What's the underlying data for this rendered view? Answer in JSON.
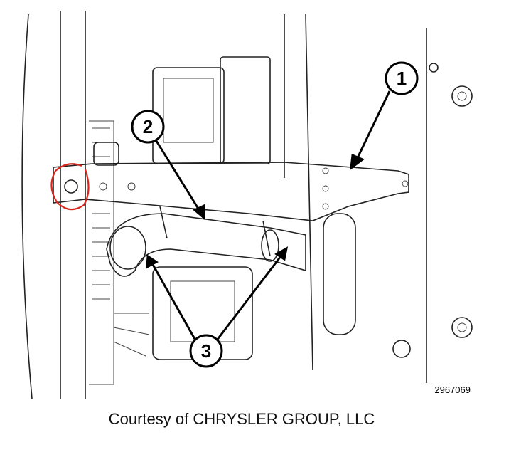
{
  "figure": {
    "callouts": [
      {
        "label": "1"
      },
      {
        "label": "2"
      },
      {
        "label": "3"
      }
    ],
    "figure_number": "2967069",
    "annotation_color": "#d8261c"
  },
  "caption": "Courtesy of CHRYSLER GROUP, LLC"
}
